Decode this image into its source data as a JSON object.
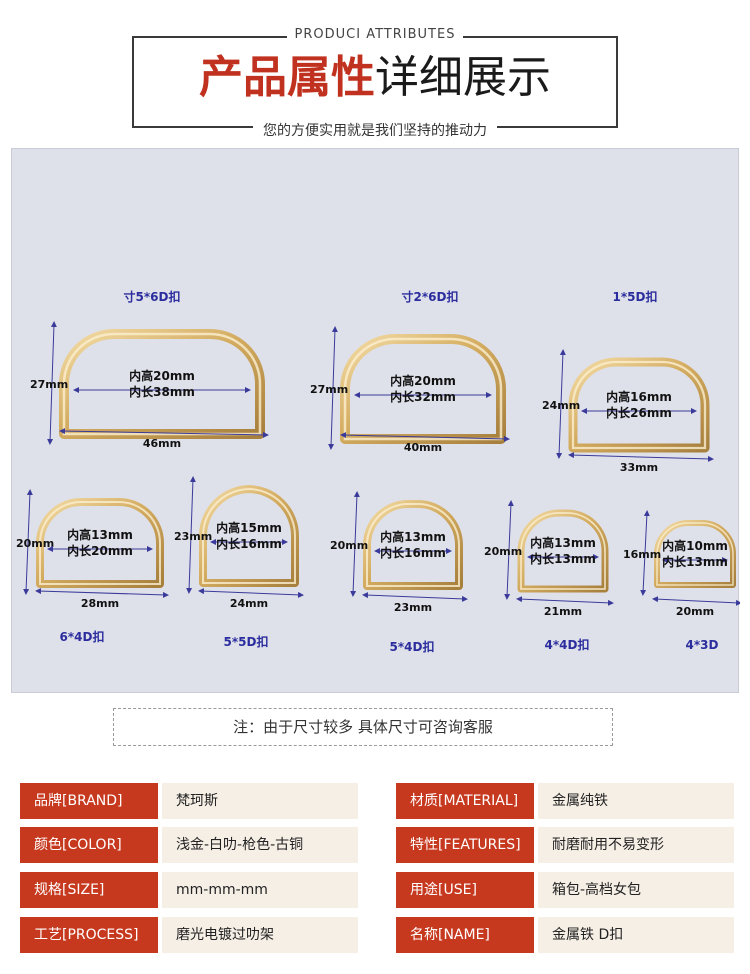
{
  "header": {
    "en_title": "PRODUCI  ATTRIBUTES",
    "cn_title_bold": "产品属性",
    "cn_title_light": "详细展示",
    "subtitle": "您的方便实用就是我们坚持的推动力"
  },
  "colors": {
    "accent_red": "#c7391f",
    "label_purple": "#2b2d9e",
    "value_bg": "#f6efe6",
    "ring_gold": "#d4b06a"
  },
  "rings": [
    {
      "name": "寸5*6D扣",
      "height": "27mm",
      "inner_h": "内高20mm",
      "inner_l": "内长38mm",
      "width": "46mm"
    },
    {
      "name": "寸2*6D扣",
      "height": "27mm",
      "inner_h": "内高20mm",
      "inner_l": "内长32mm",
      "width": "40mm"
    },
    {
      "name": "1*5D扣",
      "height": "24mm",
      "inner_h": "内高16mm",
      "inner_l": "内长26mm",
      "width": "33mm"
    },
    {
      "name": "6*4D扣",
      "height": "20mm",
      "inner_h": "内高13mm",
      "inner_l": "内长20mm",
      "width": "28mm"
    },
    {
      "name": "5*5D扣",
      "height": "23mm",
      "inner_h": "内高15mm",
      "inner_l": "内长16mm",
      "width": "24mm"
    },
    {
      "name": "5*4D扣",
      "height": "20mm",
      "inner_h": "内高13mm",
      "inner_l": "内长16mm",
      "width": "23mm"
    },
    {
      "name": "4*4D扣",
      "height": "20mm",
      "inner_h": "内高13mm",
      "inner_l": "内长13mm",
      "width": "21mm"
    },
    {
      "name": "4*3D",
      "height": "16mm",
      "inner_h": "内高10mm",
      "inner_l": "内长13mm",
      "width": "20mm"
    }
  ],
  "note": "注：由于尺寸较多   具体尺寸可咨询客服",
  "attributes": {
    "brand": {
      "label": "品牌[BRAND]",
      "value": "梵珂斯"
    },
    "material": {
      "label": "材质[MATERIAL]",
      "value": "金属纯铁"
    },
    "color": {
      "label": "颜色[COLOR]",
      "value": "浅金-白叻-枪色-古铜"
    },
    "features": {
      "label": "特性[FEATURES]",
      "value": "耐磨耐用不易变形"
    },
    "size": {
      "label": "规格[SIZE]",
      "value": "mm-mm-mm"
    },
    "use": {
      "label": "用途[USE]",
      "value": "箱包-高档女包"
    },
    "process": {
      "label": "工艺[PROCESS]",
      "value": "磨光电镀过叻架"
    },
    "name": {
      "label": "名称[NAME]",
      "value": "金属铁   D扣"
    }
  }
}
